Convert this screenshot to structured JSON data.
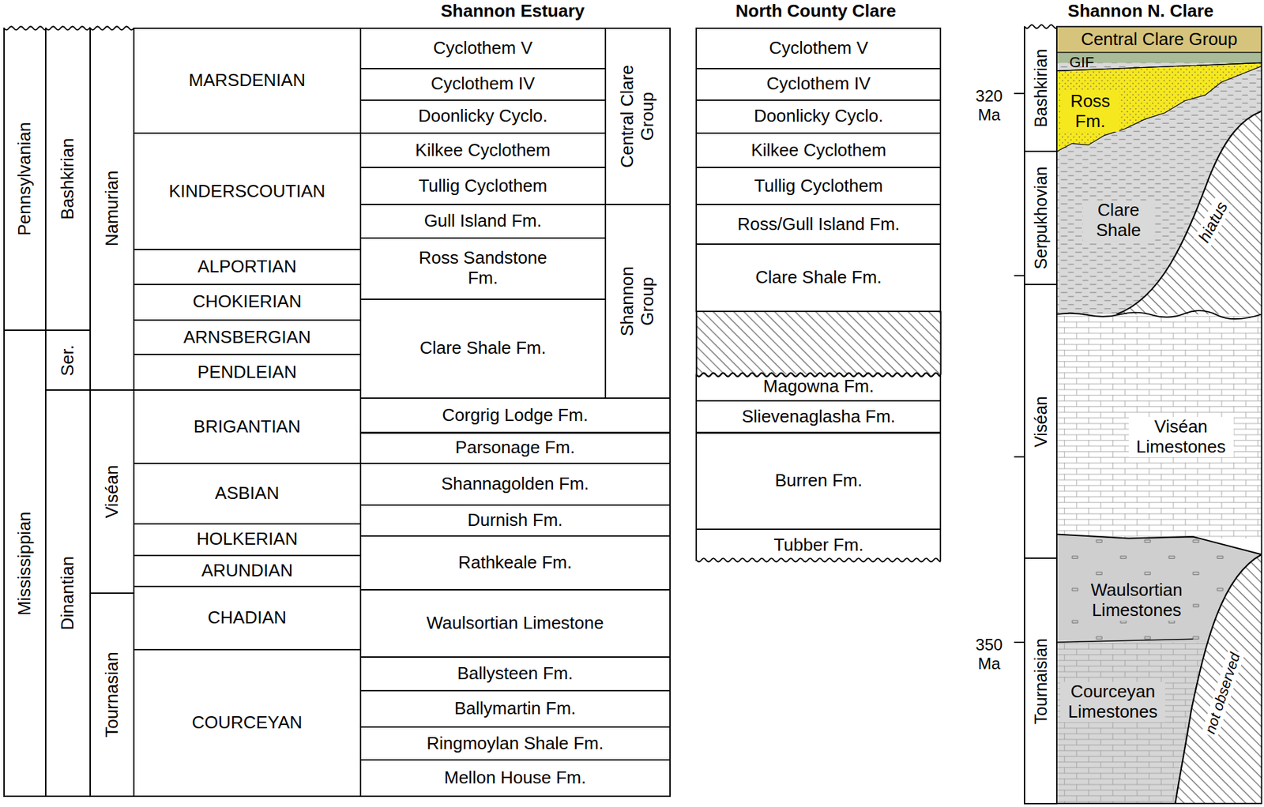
{
  "diagram": {
    "nodes": [
      {
        "text": [
          "Pennsylvanian"
        ]
      },
      {
        "text": [
          "Mississippian"
        ]
      },
      {
        "text": [
          "Bashkirian"
        ]
      },
      {
        "text": [
          "Ser."
        ]
      },
      {
        "text": [
          "Dinantian"
        ]
      },
      {
        "text": [
          "Namurian"
        ]
      },
      {
        "text": [
          "Viséan"
        ]
      },
      {
        "text": [
          "Tournasian"
        ]
      },
      {
        "text": [
          "MARSDENIAN"
        ]
      },
      {
        "text": [
          "KINDERSCOUTIAN"
        ]
      },
      {
        "text": [
          "ALPORTIAN"
        ]
      },
      {
        "text": [
          "CHOKIERIAN"
        ]
      },
      {
        "text": [
          "ARNSBERGIAN"
        ]
      },
      {
        "text": [
          "PENDLEIAN"
        ]
      },
      {
        "text": [
          "BRIGANTIAN"
        ]
      },
      {
        "text": [
          "ASBIAN"
        ]
      },
      {
        "text": [
          "HOLKERIAN"
        ]
      },
      {
        "text": [
          "ARUNDIAN"
        ]
      },
      {
        "text": [
          "CHADIAN"
        ]
      },
      {
        "text": [
          "COURCEYAN"
        ]
      },
      {
        "text": [
          "Cyclothem V"
        ]
      },
      {
        "text": [
          "Cyclothem IV"
        ]
      },
      {
        "text": [
          "Doonlicky Cyclo."
        ]
      },
      {
        "text": [
          "Kilkee Cyclothem"
        ]
      },
      {
        "text": [
          "Tullig Cyclothem"
        ]
      },
      {
        "text": [
          "Gull Island Fm."
        ]
      },
      {
        "text": [
          "Ross Sandstone Fm."
        ]
      },
      {
        "text": [
          "Clare Shale Fm."
        ]
      },
      {
        "text": [
          "Corgrig Lodge Fm."
        ]
      },
      {
        "text": [
          "Parsonage Fm."
        ]
      },
      {
        "text": [
          "Shannagolden Fm."
        ]
      },
      {
        "text": [
          "Durnish Fm."
        ]
      },
      {
        "text": [
          "Rathkeale Fm."
        ]
      },
      {
        "text": [
          "Waulsortian Limestone"
        ]
      },
      {
        "text": [
          "Ballysteen Fm."
        ]
      },
      {
        "text": [
          "Ballymartin Fm."
        ]
      },
      {
        "text": [
          "Ringmoylan Shale Fm."
        ]
      },
      {
        "text": [
          "Mellon House Fm."
        ]
      },
      {
        "text": [
          "Central Clare Group"
        ]
      },
      {
        "text": [
          "Shannon Group"
        ]
      },
      {
        "text": [
          "Cyclothem V"
        ]
      },
      {
        "text": [
          "Cyclothem IV"
        ]
      },
      {
        "text": [
          "Doonlicky Cyclo."
        ]
      },
      {
        "text": [
          "Kilkee Cyclothem"
        ]
      },
      {
        "text": [
          "Tullig Cyclothem"
        ]
      },
      {
        "text": [
          "Ross/Gull Island Fm."
        ]
      },
      {
        "text": [
          "Clare Shale Fm."
        ]
      },
      {
        "text": [
          "Magowna Fm."
        ]
      },
      {
        "text": [
          "Slievenaglasha Fm."
        ]
      },
      {
        "text": [
          "Burren Fm."
        ]
      },
      {
        "text": [
          "Tubber Fm."
        ]
      },
      {
        "text": [
          "Bashkirian"
        ]
      },
      {
        "text": [
          "Serpukhovian"
        ]
      },
      {
        "text": [
          "Viséan"
        ]
      },
      {
        "text": [
          "Tournaisian"
        ]
      },
      {
        "text": [
          "Central Clare Group"
        ]
      },
      {
        "text": [
          "GIF"
        ]
      },
      {
        "text": [
          "Ross Fm."
        ]
      },
      {
        "text": [
          "Clare Shale"
        ]
      },
      {
        "text": [
          "hiatus"
        ]
      },
      {
        "text": [
          "Viséan Limestones"
        ]
      },
      {
        "text": [
          "Waulsortian Limestones"
        ]
      },
      {
        "text": [
          "Courceyan Limestones"
        ]
      },
      {
        "text": [
          "not observed"
        ]
      }
    ],
    "labels": [
      "Shannon Estuary",
      "North County Clare",
      "Shannon N. Clare",
      "320 Ma",
      "350 Ma"
    ]
  }
}
